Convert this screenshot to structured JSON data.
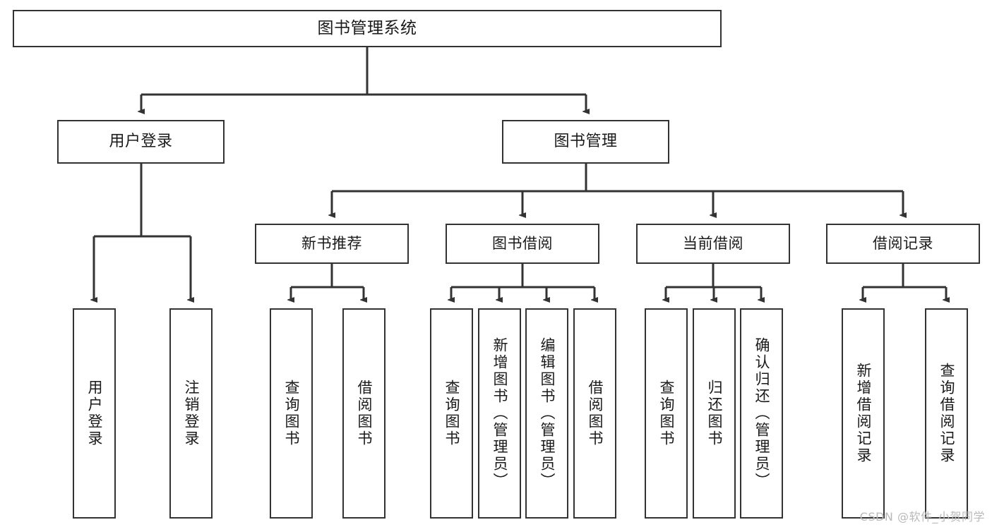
{
  "diagram": {
    "title": "图书管理系统",
    "type": "function-structure-tree",
    "orientation": "top-down",
    "line_color": "#333333",
    "box_fill": "#ffffff",
    "text_color": "#1a1a1a",
    "root": {
      "label": "图书管理系统"
    },
    "level2": [
      {
        "label": "用户登录"
      },
      {
        "label": "图书管理"
      }
    ],
    "level3": [
      {
        "label": "新书推荐"
      },
      {
        "label": "图书借阅"
      },
      {
        "label": "当前借阅"
      },
      {
        "label": "借阅记录"
      }
    ],
    "leaves": {
      "user_login": [
        {
          "label": "用户登录"
        },
        {
          "label": "注销登录"
        }
      ],
      "new_book_recommend": [
        {
          "label": "查询图书"
        },
        {
          "label": "借阅图书"
        }
      ],
      "book_borrow": [
        {
          "label": "查询图书"
        },
        {
          "label": "新增图书（管理员）"
        },
        {
          "label": "编辑图书（管理员）"
        },
        {
          "label": "借阅图书"
        }
      ],
      "current_borrow": [
        {
          "label": "查询图书"
        },
        {
          "label": "归还图书"
        },
        {
          "label": "确认归还（管理员）"
        }
      ],
      "borrow_record": [
        {
          "label": "新增借阅记录"
        },
        {
          "label": "查询借阅记录"
        }
      ]
    }
  },
  "watermark": {
    "text": "CSDN @软件_小贺同学"
  }
}
